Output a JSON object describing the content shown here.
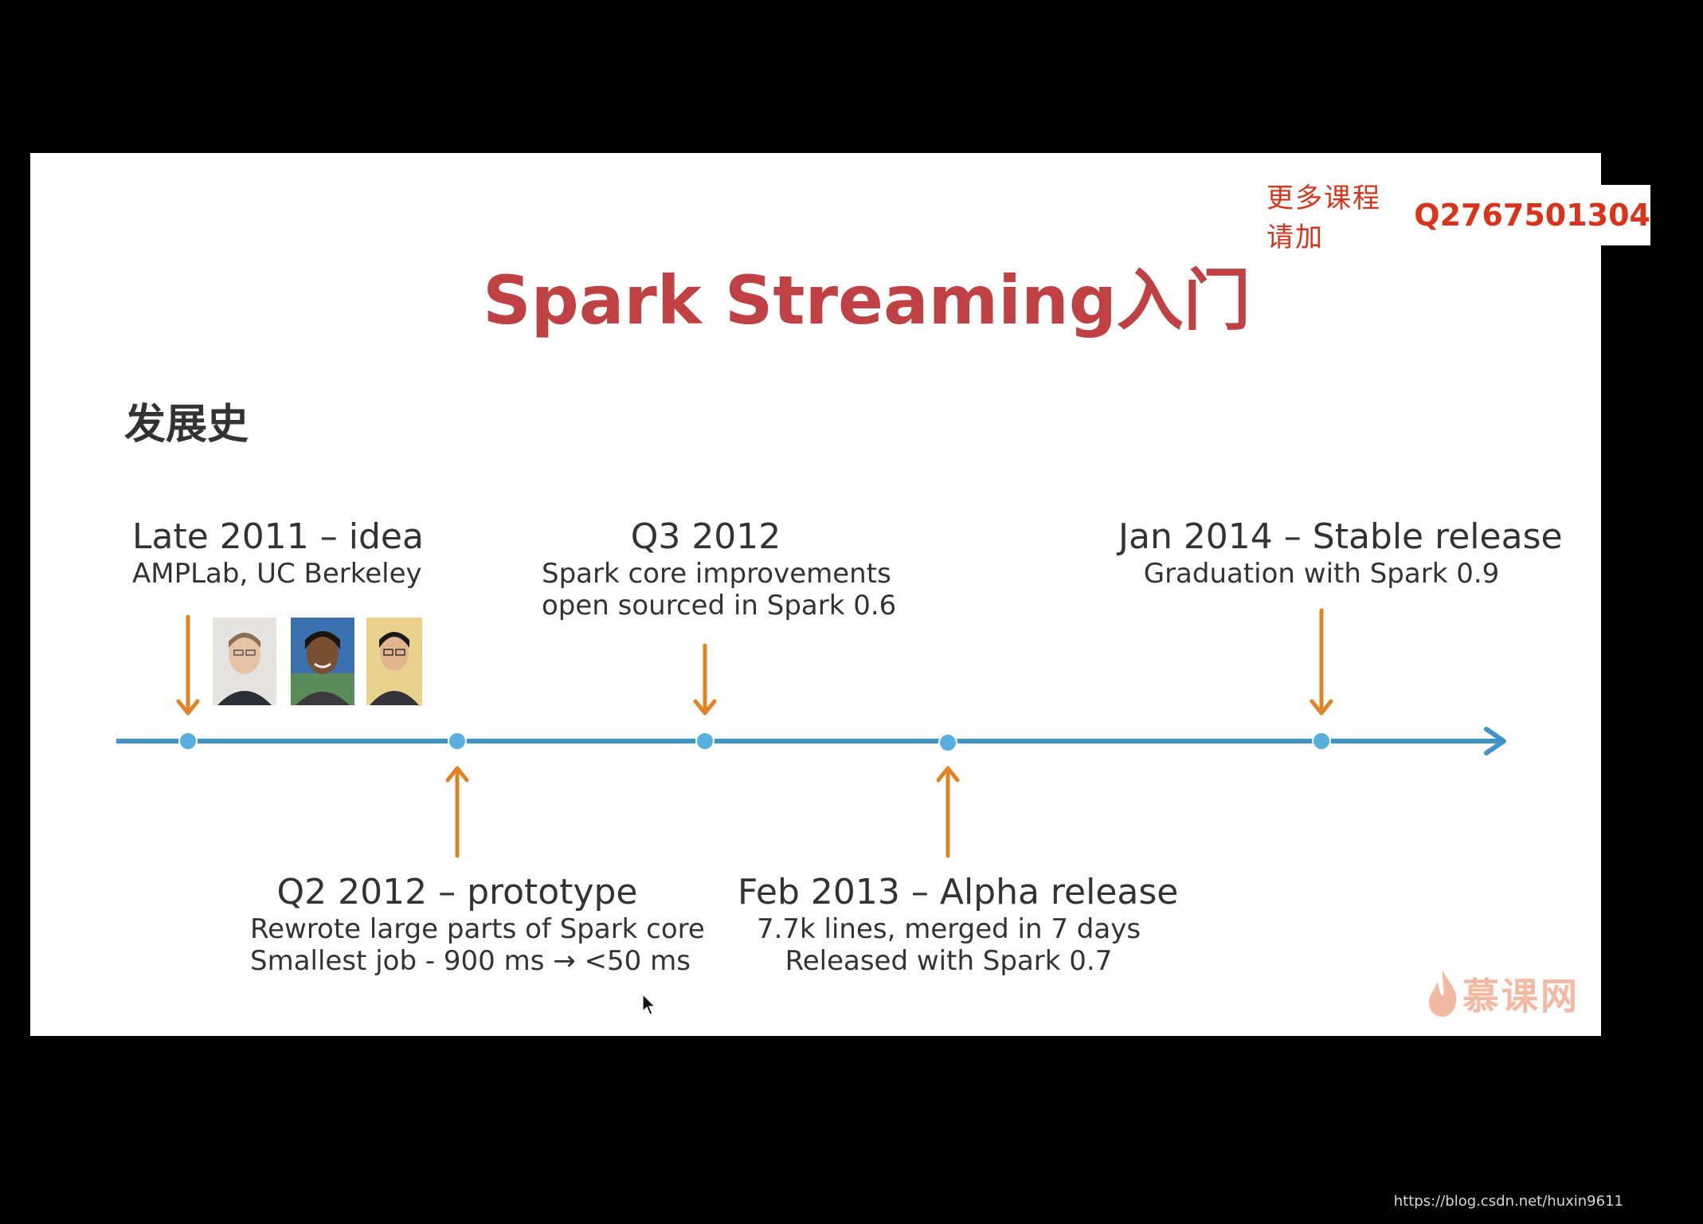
{
  "watermark": {
    "text": "更多课程请加",
    "qq": "Q2767501304"
  },
  "title": "Spark Streaming入门",
  "subtitle": "发展史",
  "timeline": [
    {
      "heading": "Late 2011 – idea",
      "lines": [
        "AMPLab, UC Berkeley"
      ]
    },
    {
      "heading": "Q2 2012 – prototype",
      "lines": [
        "Rewrote large parts of Spark core",
        "Smallest job - 900 ms → <50 ms"
      ]
    },
    {
      "heading": "Q3 2012",
      "lines": [
        "Spark core improvements",
        "open sourced in Spark 0.6"
      ]
    },
    {
      "heading": "Feb 2013 – Alpha release",
      "lines": [
        "7.7k lines, merged in 7 days",
        "Released with Spark 0.7"
      ]
    },
    {
      "heading": "Jan 2014 – Stable release",
      "lines": [
        "Graduation with Spark 0.9"
      ]
    }
  ],
  "colors": {
    "title": "#bf4143",
    "axis": "#3d94c8",
    "arrow": "#e08324",
    "node": "#5aafe1",
    "watermark": "#d9341a"
  },
  "logo": {
    "text": "慕课网"
  },
  "footer_url": "https://blog.csdn.net/huxin9611"
}
